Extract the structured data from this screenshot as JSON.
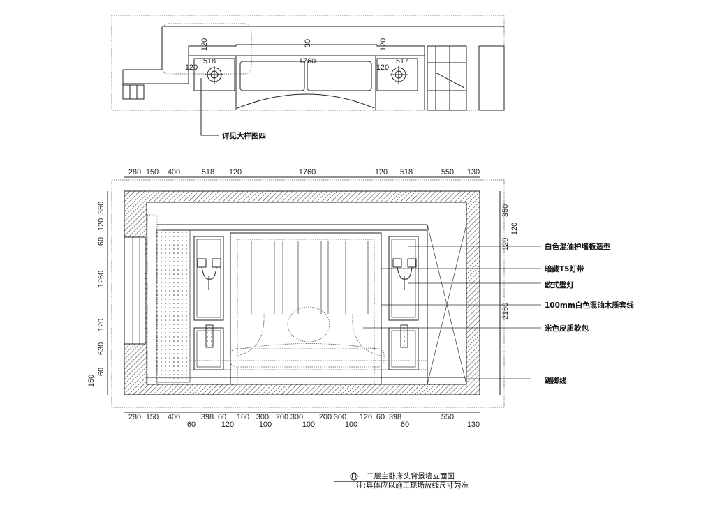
{
  "plan": {
    "dims": {
      "left_depth": "120",
      "back_gap": "30",
      "right_depth": "120",
      "left_table": "518",
      "left_gap": "120",
      "bed": "1760",
      "right_gap": "120",
      "right_table": "517"
    },
    "callout": "详见大样图四"
  },
  "elevation": {
    "top_dims": [
      "280",
      "150",
      "400",
      "518",
      "120",
      "1760",
      "120",
      "518",
      "550",
      "130"
    ],
    "bottom_dims_upper": [
      "280",
      "150",
      "400",
      "398",
      "60",
      "160",
      "300",
      "200",
      "300",
      "200",
      "300",
      "120",
      "60",
      "398",
      "550",
      "130"
    ],
    "bottom_dims_lower": [
      "60",
      "120",
      "100",
      "100",
      "100",
      "60"
    ],
    "left_dims": [
      "350",
      "60",
      "120",
      "1260",
      "120",
      "630",
      "60",
      "150"
    ],
    "right_dims": [
      "350",
      "120",
      "120",
      "2160"
    ],
    "annotations": [
      "白色混油护墙板造型",
      "暗藏T5灯带",
      "欧式壁灯",
      "100mm白色混油木质套线",
      "米色皮质软包",
      "踢脚线"
    ]
  },
  "title_block": {
    "symbol": "D",
    "title": "二层主卧床头背景墙立面图",
    "note": "注:具体应以施工现场放线尺寸为准"
  }
}
